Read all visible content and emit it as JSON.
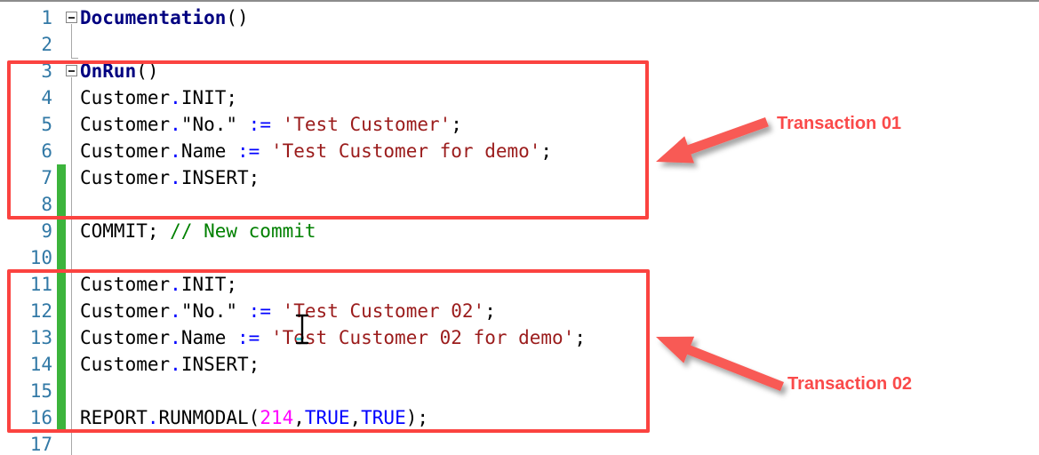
{
  "colors": {
    "line_number": "#3279A6",
    "function_name": "#000080",
    "operator": "#0000FF",
    "string": "#9B1C1C",
    "comment": "#008000",
    "number": "#FF00FF",
    "code_text": "#000000",
    "box_red": "#FB4340",
    "arrow_red": "#F85A55",
    "label_red": "#FA4A4A",
    "change_bar": "#3CB43C",
    "fold_gray": "#A8A8A8"
  },
  "editor": {
    "lines": [
      {
        "num": "1",
        "fold": true,
        "changed": false,
        "tokens": [
          [
            "Documentation",
            "fn"
          ],
          [
            "()",
            "pl"
          ]
        ]
      },
      {
        "num": "2",
        "fold": false,
        "changed": false,
        "tokens": []
      },
      {
        "num": "3",
        "fold": true,
        "changed": false,
        "tokens": [
          [
            "OnRun",
            "fn"
          ],
          [
            "()",
            "pl"
          ]
        ]
      },
      {
        "num": "4",
        "fold": false,
        "changed": false,
        "tokens": [
          [
            "Customer",
            "pl"
          ],
          [
            ".",
            "op"
          ],
          [
            "INIT;",
            "pl"
          ]
        ]
      },
      {
        "num": "5",
        "fold": false,
        "changed": false,
        "tokens": [
          [
            "Customer",
            "pl"
          ],
          [
            ".",
            "op"
          ],
          [
            "\"No.\" ",
            "pl"
          ],
          [
            ":=",
            "op"
          ],
          [
            " ",
            "pl"
          ],
          [
            "'Test Customer'",
            "str"
          ],
          [
            ";",
            "pl"
          ]
        ]
      },
      {
        "num": "6",
        "fold": false,
        "changed": false,
        "tokens": [
          [
            "Customer",
            "pl"
          ],
          [
            ".",
            "op"
          ],
          [
            "Name ",
            "pl"
          ],
          [
            ":=",
            "op"
          ],
          [
            " ",
            "pl"
          ],
          [
            "'Test Customer for demo'",
            "str"
          ],
          [
            ";",
            "pl"
          ]
        ]
      },
      {
        "num": "7",
        "fold": false,
        "changed": true,
        "tokens": [
          [
            "Customer",
            "pl"
          ],
          [
            ".",
            "op"
          ],
          [
            "INSERT;",
            "pl"
          ]
        ]
      },
      {
        "num": "8",
        "fold": false,
        "changed": true,
        "tokens": []
      },
      {
        "num": "9",
        "fold": false,
        "changed": true,
        "tokens": [
          [
            "COMMIT; ",
            "pl"
          ],
          [
            "// New commit",
            "com"
          ]
        ]
      },
      {
        "num": "10",
        "fold": false,
        "changed": true,
        "tokens": []
      },
      {
        "num": "11",
        "fold": false,
        "changed": true,
        "tokens": [
          [
            "Customer",
            "pl"
          ],
          [
            ".",
            "op"
          ],
          [
            "INIT;",
            "pl"
          ]
        ]
      },
      {
        "num": "12",
        "fold": false,
        "changed": true,
        "tokens": [
          [
            "Customer",
            "pl"
          ],
          [
            ".",
            "op"
          ],
          [
            "\"No.\" ",
            "pl"
          ],
          [
            ":=",
            "op"
          ],
          [
            " ",
            "pl"
          ],
          [
            "'Test Customer 02'",
            "str"
          ],
          [
            ";",
            "pl"
          ]
        ]
      },
      {
        "num": "13",
        "fold": false,
        "changed": true,
        "tokens": [
          [
            "Customer",
            "pl"
          ],
          [
            ".",
            "op"
          ],
          [
            "Name ",
            "pl"
          ],
          [
            ":=",
            "op"
          ],
          [
            " ",
            "pl"
          ],
          [
            "'Test Customer 02 for demo'",
            "str"
          ],
          [
            ";",
            "pl"
          ]
        ]
      },
      {
        "num": "14",
        "fold": false,
        "changed": true,
        "tokens": [
          [
            "Customer",
            "pl"
          ],
          [
            ".",
            "op"
          ],
          [
            "INSERT;",
            "pl"
          ]
        ]
      },
      {
        "num": "15",
        "fold": false,
        "changed": true,
        "tokens": []
      },
      {
        "num": "16",
        "fold": false,
        "changed": true,
        "tokens": [
          [
            "REPORT",
            "pl"
          ],
          [
            ".",
            "op"
          ],
          [
            "RUNMODAL(",
            "pl"
          ],
          [
            "214",
            "num"
          ],
          [
            ",",
            "pl"
          ],
          [
            "TRUE",
            "op"
          ],
          [
            ",",
            "pl"
          ],
          [
            "TRUE",
            "op"
          ],
          [
            ");",
            "pl"
          ]
        ]
      },
      {
        "num": "17",
        "fold": false,
        "changed": false,
        "tokens": []
      }
    ]
  },
  "annotations": {
    "label_01": "Transaction 01",
    "label_02": "Transaction 02"
  }
}
